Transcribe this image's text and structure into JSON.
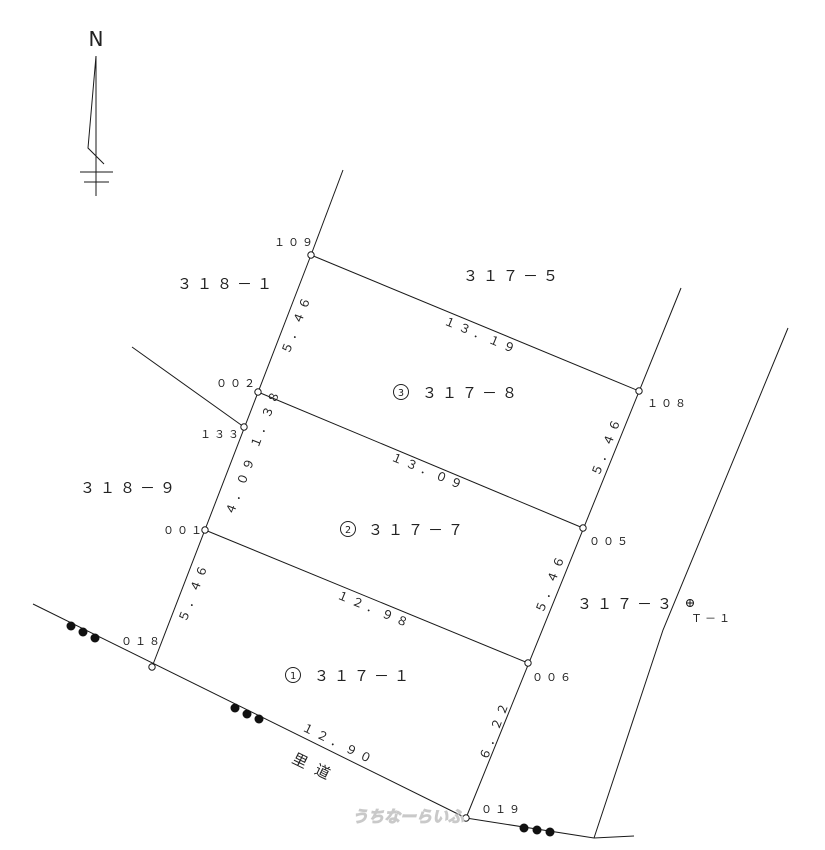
{
  "north_label": "N",
  "parcels": {
    "p318_1": "３１８－１",
    "p317_5": "３１７－５",
    "p318_9": "３１８－９",
    "p317_3": "３１７－３",
    "lot3": {
      "num": "3",
      "label": "３１７－８"
    },
    "lot2": {
      "num": "2",
      "label": "３１７－７"
    },
    "lot1": {
      "num": "1",
      "label": "３１７－１"
    }
  },
  "points": {
    "p109": "１０９",
    "p002": "００２",
    "p133": "１３３",
    "p001": "００１",
    "p018": "０１８",
    "p108": "１０８",
    "p005": "００５",
    "p006": "００６",
    "p019": "０１９",
    "t1": "Ｔ－１"
  },
  "dimensions": {
    "d109_002": "５．４６",
    "d109_108": "１３．１９",
    "d002_133": "１．３８",
    "d133_001": "４．０９",
    "d002_005": "１３．０９",
    "d108_005": "５．４６",
    "d001_018": "５．４６",
    "d001_006": "１２．９８",
    "d005_006": "５．４６",
    "d018_019": "１２．９０",
    "d006_019": "６．２２"
  },
  "road_label": "里道",
  "watermark": "うちなーらいふ"
}
